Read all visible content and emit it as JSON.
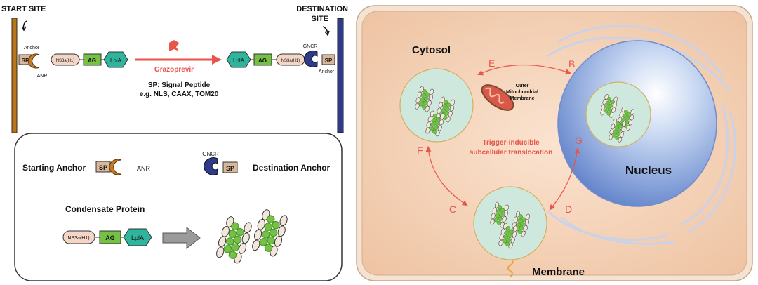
{
  "left_top": {
    "start_site": "START SITE",
    "destination_site_line1": "DESTINATION",
    "destination_site_line2": "SITE",
    "anchor_left": "Anchor",
    "anchor_right": "Anchor",
    "anr": "ANR",
    "gncr": "GNCR",
    "sp": "SP",
    "ns3a": "NS3a(H1)",
    "ag": "AG",
    "lpla": "LplA",
    "drug": "Grazoprevir",
    "sp_note_line1": "SP: Signal Peptide",
    "sp_note_line2": "e.g. NLS, CAAX, TOM20"
  },
  "legend": {
    "starting_anchor": "Starting Anchor",
    "destination_anchor": "Destination Anchor",
    "condensate_protein": "Condensate Protein",
    "sp": "SP",
    "anr": "ANR",
    "gncr": "GNCR",
    "ns3a": "NS3a(H1)",
    "ag": "AG",
    "lpla": "LplA"
  },
  "cell": {
    "cytosol": "Cytosol",
    "nucleus": "Nucleus",
    "membrane": "Membrane",
    "mito_line1": "Outer",
    "mito_line2": "Mitochondrial",
    "mito_line3": "Membrane",
    "trigger_line1": "Trigger-inducible",
    "trigger_line2": "subcellular translocation",
    "labels": {
      "A": "E",
      "B": "B",
      "C": "C",
      "D": "D",
      "F": "F",
      "G": "G"
    }
  },
  "colors": {
    "post": "#b8771f",
    "post_dest": "#2e3a8c",
    "sp": "#d9b79a",
    "anr": "#c47a1e",
    "gncr": "#2e3a8c",
    "ns3a": "#f3d6c6",
    "ag": "#76c043",
    "lpla": "#2fb49e",
    "arrow_red": "#e8554a",
    "cell_fill": "#f3d2b8",
    "condensate": "#cfe8de"
  }
}
